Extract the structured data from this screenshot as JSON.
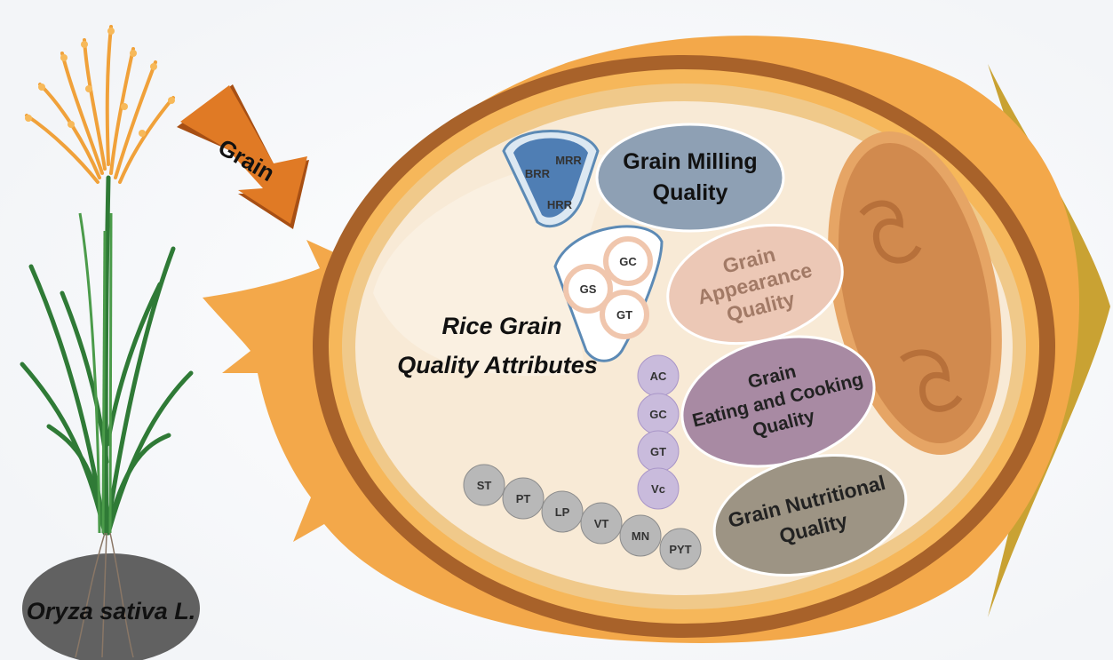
{
  "plant": {
    "species": "Oryza sativa L."
  },
  "arrow": {
    "label": "Grain"
  },
  "center_title": {
    "line1": "Rice Grain",
    "line2": "Quality Attributes"
  },
  "qualities": {
    "milling": {
      "line1": "Grain Milling",
      "line2": "Quality",
      "color": "#8ea0b4"
    },
    "appearance": {
      "line1": "Grain",
      "line2": "Appearance",
      "line3": "Quality",
      "color": "#ecc8b6"
    },
    "eating": {
      "line1": "Grain",
      "line2": "Eating and Cooking",
      "line3": "Quality",
      "color": "#a88aa3"
    },
    "nutritional": {
      "line1": "Grain Nutritional",
      "line2": "Quality",
      "color": "#9d9484"
    }
  },
  "milling_attrs": [
    "BRR",
    "MRR",
    "HRR"
  ],
  "appearance_attrs": [
    "GS",
    "GC",
    "GT"
  ],
  "eating_attrs": [
    "AC",
    "GC",
    "GT",
    "Vc"
  ],
  "nutrition_attrs": [
    "ST",
    "PT",
    "LP",
    "VT",
    "MN",
    "PYT"
  ],
  "colors": {
    "husk": "#f3a84a",
    "husk_dark": "#a8622a",
    "endosperm": "#f8ead6",
    "embryo": "#d18a4e",
    "arrow": "#e07a25",
    "awn": "#c8a13a"
  }
}
